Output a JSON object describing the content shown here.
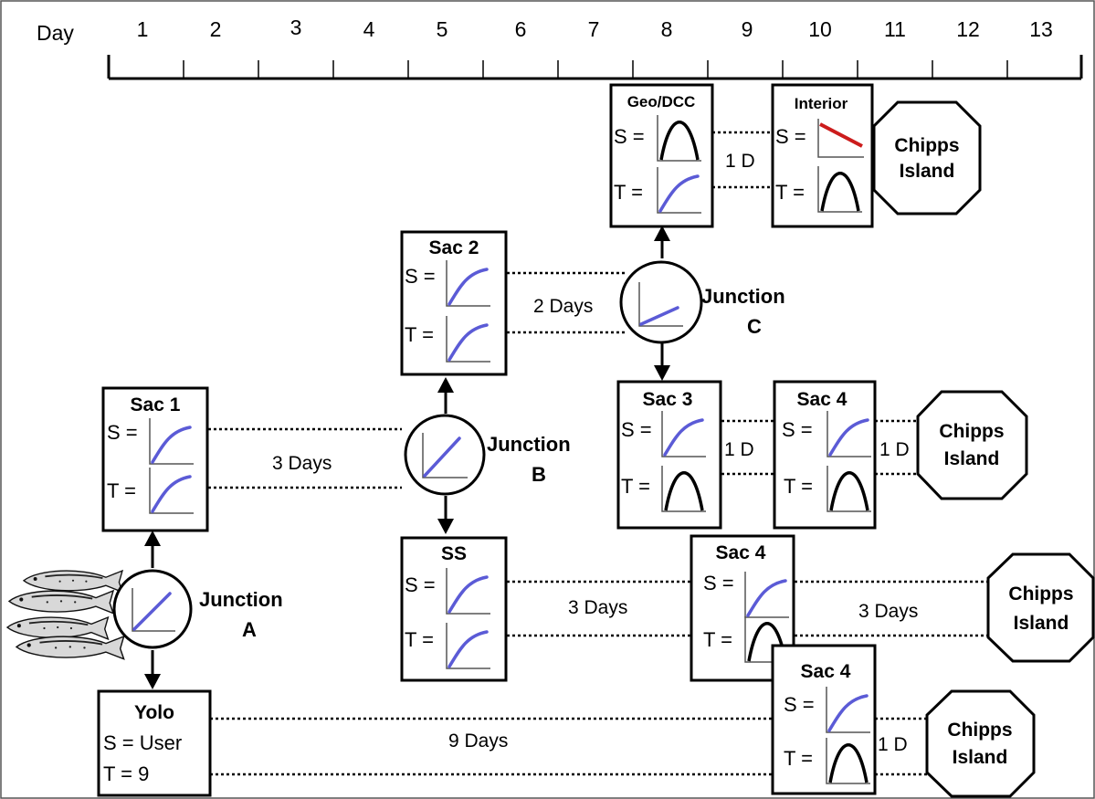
{
  "timeline": {
    "label": "Day",
    "days": [
      "1",
      "2",
      "3",
      "4",
      "5",
      "6",
      "7",
      "8",
      "9",
      "10",
      "11",
      "12",
      "13"
    ]
  },
  "junctions": {
    "a": {
      "line1": "Junction",
      "line2": "A"
    },
    "b": {
      "line1": "Junction",
      "line2": "B"
    },
    "c": {
      "line1": "Junction",
      "line2": "C"
    }
  },
  "nodes": {
    "sac1": {
      "title": "Sac 1",
      "s": "S =",
      "t": "T ="
    },
    "sac2": {
      "title": "Sac 2",
      "s": "S =",
      "t": "T ="
    },
    "ss": {
      "title": "SS",
      "s": "S =",
      "t": "T ="
    },
    "geo_dcc": {
      "title": "Geo/DCC",
      "s": "S =",
      "t": "T ="
    },
    "interior": {
      "title": "Interior",
      "s": "S =",
      "t": "T ="
    },
    "sac3": {
      "title": "Sac 3",
      "s": "S =",
      "t": "T ="
    },
    "sac4_upper": {
      "title": "Sac 4",
      "s": "S =",
      "t": "T ="
    },
    "sac4_middle": {
      "title": "Sac 4",
      "s": "S =",
      "t": "T ="
    },
    "sac4_lower": {
      "title": "Sac 4",
      "s": "S =",
      "t": "T ="
    },
    "yolo": {
      "title": "Yolo",
      "s": "S = User",
      "t": "T = 9"
    }
  },
  "durations": {
    "sac1": "3 Days",
    "sac2": "2 Days",
    "ss": "3 Days",
    "geo_dcc": "1 D",
    "sac3": "1 D",
    "sac4_upper": "1 D",
    "sac4_middle": "3 Days",
    "yolo": "9 Days",
    "sac4_lower": "1 D"
  },
  "destinations": {
    "top": {
      "line1": "Chipps",
      "line2": "Island"
    },
    "upper": {
      "line1": "Chipps",
      "line2": "Island"
    },
    "middle": {
      "line1": "Chipps",
      "line2": "Island"
    },
    "lower": {
      "line1": "Chipps",
      "line2": "Island"
    }
  },
  "colors": {
    "curve": "#5b5bd6",
    "declining_line": "#cc1c1c",
    "outline": "#000000"
  }
}
